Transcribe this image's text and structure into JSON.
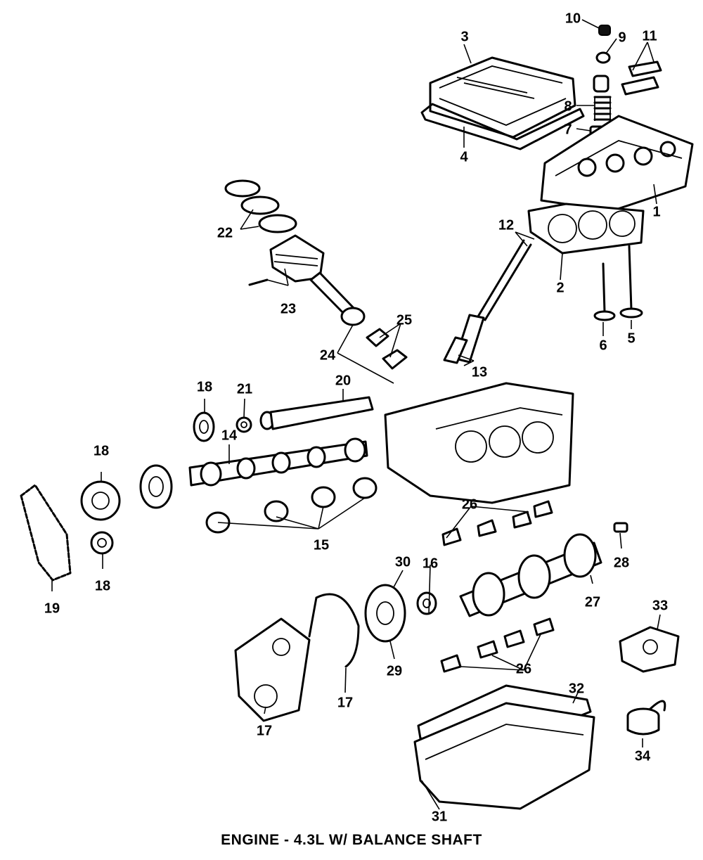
{
  "caption": "ENGINE - 4.3L W/ BALANCE SHAFT",
  "callouts": [
    "1",
    "2",
    "3",
    "4",
    "5",
    "6",
    "7",
    "8",
    "9",
    "10",
    "11",
    "12",
    "13",
    "14",
    "15",
    "16",
    "17",
    "17",
    "18",
    "18",
    "18",
    "19",
    "20",
    "21",
    "22",
    "23",
    "24",
    "25",
    "26",
    "26",
    "27",
    "28",
    "29",
    "30",
    "31",
    "32",
    "33",
    "34"
  ]
}
